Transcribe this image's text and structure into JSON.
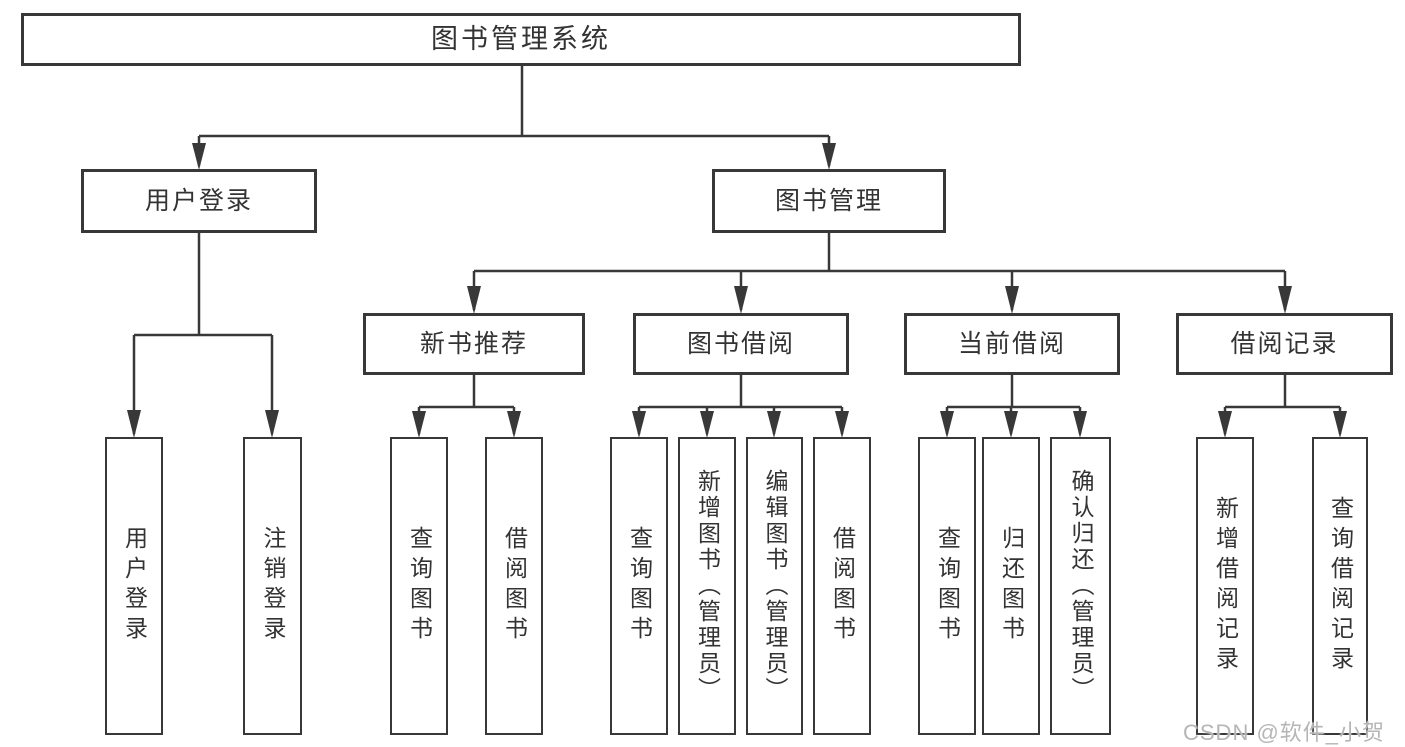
{
  "colors": {
    "line": "#383838",
    "text": "#333333",
    "background": "#ffffff",
    "watermark_color": "#b6b6b6"
  },
  "watermark": "CSDN @软件_小贺同学",
  "tree": {
    "root": {
      "label": "图书管理系统"
    },
    "branches": [
      {
        "label": "用户登录",
        "children": [
          {
            "label": "用户登录"
          },
          {
            "label": "注销登录"
          }
        ]
      },
      {
        "label": "图书管理",
        "sections": [
          {
            "label": "新书推荐",
            "children": [
              {
                "label": "查询图书"
              },
              {
                "label": "借阅图书"
              }
            ]
          },
          {
            "label": "图书借阅",
            "children": [
              {
                "label": "查询图书"
              },
              {
                "label": "新增图书（管理员）"
              },
              {
                "label": "编辑图书（管理员）"
              },
              {
                "label": "借阅图书"
              }
            ]
          },
          {
            "label": "当前借阅",
            "children": [
              {
                "label": "查询图书"
              },
              {
                "label": "归还图书"
              },
              {
                "label": "确认归还（管理员）"
              }
            ]
          },
          {
            "label": "借阅记录",
            "children": [
              {
                "label": "新增借阅记录"
              },
              {
                "label": "查询借阅记录"
              }
            ]
          }
        ]
      }
    ]
  }
}
